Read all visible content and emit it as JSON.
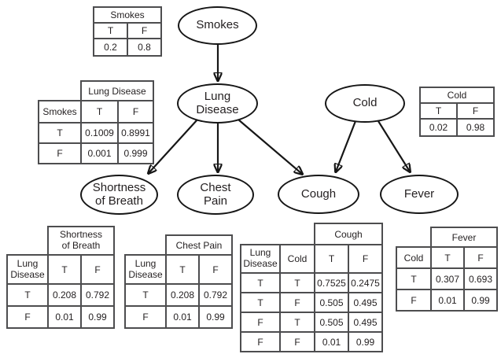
{
  "diagram_type": "bayesian-network",
  "colors": {
    "background": "#ffffff",
    "node_stroke": "#161616",
    "table_border": "#4d4d4f",
    "text": "#231f20"
  },
  "nodes": {
    "smokes": "Smokes",
    "lung_disease": "Lung\nDisease",
    "cold": "Cold",
    "shortness_of_breath": "Shortness\nof Breath",
    "chest_pain": "Chest\nPain",
    "cough": "Cough",
    "fever": "Fever"
  },
  "edges": [
    {
      "from": "Smokes",
      "to": "Lung Disease"
    },
    {
      "from": "Lung Disease",
      "to": "Shortness of Breath"
    },
    {
      "from": "Lung Disease",
      "to": "Chest Pain"
    },
    {
      "from": "Lung Disease",
      "to": "Cough"
    },
    {
      "from": "Cold",
      "to": "Cough"
    },
    {
      "from": "Cold",
      "to": "Fever"
    }
  ],
  "tables": {
    "smokes_prior": {
      "title": "Smokes",
      "columns": [
        "T",
        "F"
      ],
      "rows": [
        [
          "0.2",
          "0.8"
        ]
      ]
    },
    "lung_disease": {
      "title": "Lung Disease",
      "parent_headers": [
        "Smokes"
      ],
      "columns": [
        "T",
        "F"
      ],
      "rows": [
        [
          "T",
          "0.1009",
          "0.8991"
        ],
        [
          "F",
          "0.001",
          "0.999"
        ]
      ]
    },
    "cold_prior": {
      "title": "Cold",
      "columns": [
        "T",
        "F"
      ],
      "rows": [
        [
          "0.02",
          "0.98"
        ]
      ]
    },
    "shortness_of_breath": {
      "title": "Shortness\nof Breath",
      "parent_headers": [
        "Lung\nDisease"
      ],
      "columns": [
        "T",
        "F"
      ],
      "rows": [
        [
          "T",
          "0.208",
          "0.792"
        ],
        [
          "F",
          "0.01",
          "0.99"
        ]
      ]
    },
    "chest_pain": {
      "title": "Chest Pain",
      "parent_headers": [
        "Lung\nDisease"
      ],
      "columns": [
        "T",
        "F"
      ],
      "rows": [
        [
          "T",
          "0.208",
          "0.792"
        ],
        [
          "F",
          "0.01",
          "0.99"
        ]
      ]
    },
    "cough": {
      "title": "Cough",
      "parent_headers": [
        "Lung\nDisease",
        "Cold"
      ],
      "columns": [
        "T",
        "F"
      ],
      "rows": [
        [
          "T",
          "T",
          "0.7525",
          "0.2475"
        ],
        [
          "T",
          "F",
          "0.505",
          "0.495"
        ],
        [
          "F",
          "T",
          "0.505",
          "0.495"
        ],
        [
          "F",
          "F",
          "0.01",
          "0.99"
        ]
      ]
    },
    "fever": {
      "title": "Fever",
      "parent_headers": [
        "Cold"
      ],
      "columns": [
        "T",
        "F"
      ],
      "rows": [
        [
          "T",
          "0.307",
          "0.693"
        ],
        [
          "F",
          "0.01",
          "0.99"
        ]
      ]
    }
  }
}
